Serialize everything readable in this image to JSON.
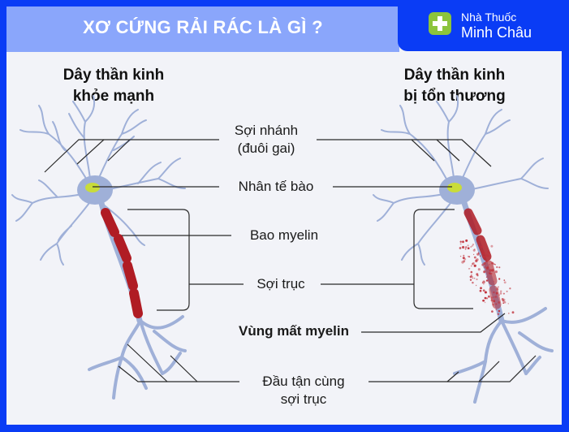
{
  "header": {
    "title": "XƠ CỨNG RẢI RÁC LÀ GÌ ?"
  },
  "brand": {
    "icon": "plus-cross-icon",
    "line1": "Nhà Thuốc",
    "line2": "Minh Châu"
  },
  "neurons": {
    "healthy_title_1": "Dây thần kinh",
    "healthy_title_2": "khỏe mạnh",
    "damaged_title_1": "Dây thần kinh",
    "damaged_title_2": "bị tổn thương"
  },
  "labels": {
    "dendrites_1": "Sợi nhánh",
    "dendrites_2": "(đuôi gai)",
    "nucleus": "Nhân tế bào",
    "myelin": "Bao myelin",
    "axon": "Sợi trục",
    "demyelinated": "Vùng mất myelin",
    "terminal_1": "Đầu tận cùng",
    "terminal_2": "sợi trục"
  },
  "colors": {
    "frame": "#0a3cf5",
    "header_bar": "#8aa6fb",
    "background": "#f2f3f8",
    "neuron": "#9fb0d8",
    "myelin": "#b01c24",
    "nucleus": "#c9dc3a",
    "brand_icon": "#8cc43c"
  }
}
